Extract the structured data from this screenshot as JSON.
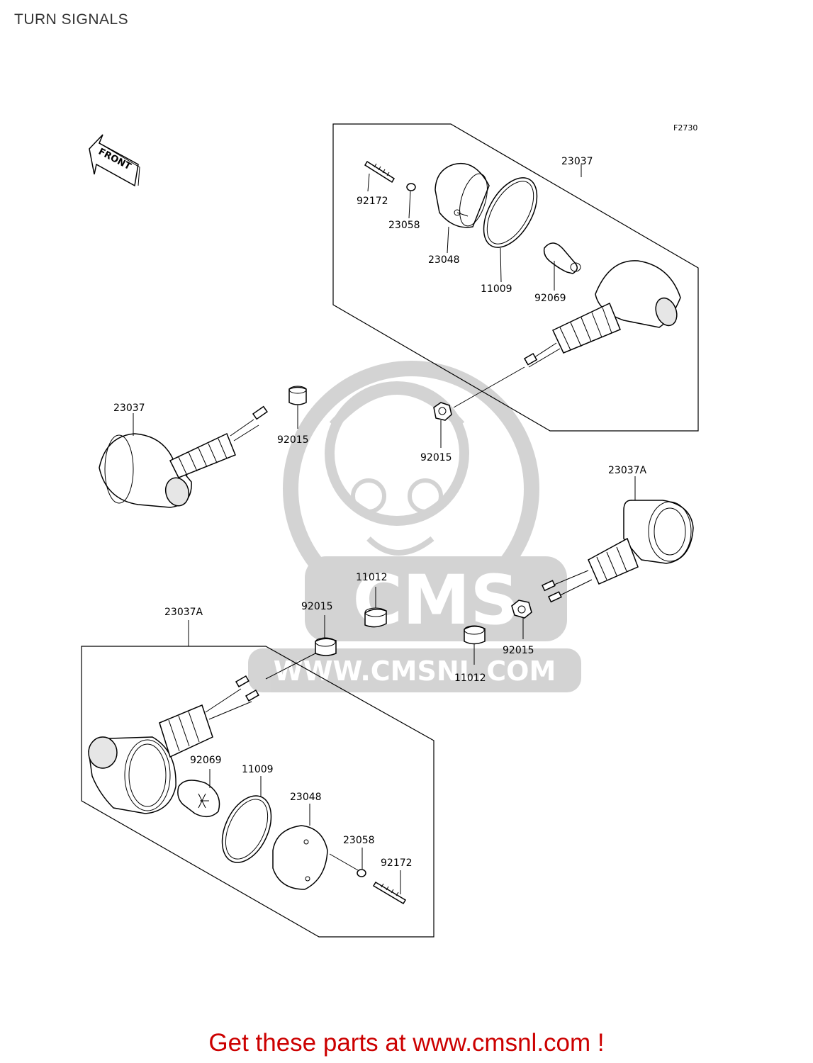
{
  "page": {
    "title": "TURN SIGNALS",
    "figure_code": "F2730",
    "front_label": "FRONT",
    "watermark_logo_text": "CMS",
    "watermark_url": "WWW.CMSNL.COM",
    "cta": "Get these parts at www.cmsnl.com !"
  },
  "callouts": {
    "top_assembly": "23037",
    "top_bolt": "92172",
    "top_washer": "23058",
    "top_lens": "23048",
    "top_ring": "11009",
    "top_bulb": "92069",
    "left_signal": "23037",
    "left_nut": "92015",
    "mid_nut": "92015",
    "right_signal": "23037A",
    "right_nut": "92015",
    "center_spacer": "11012",
    "center_nut": "92015",
    "right_spacer": "11012",
    "bottom_assembly": "23037A",
    "bottom_bulb": "92069",
    "bottom_ring": "11009",
    "bottom_lens": "23048",
    "bottom_washer": "23058",
    "bottom_bolt": "92172"
  }
}
